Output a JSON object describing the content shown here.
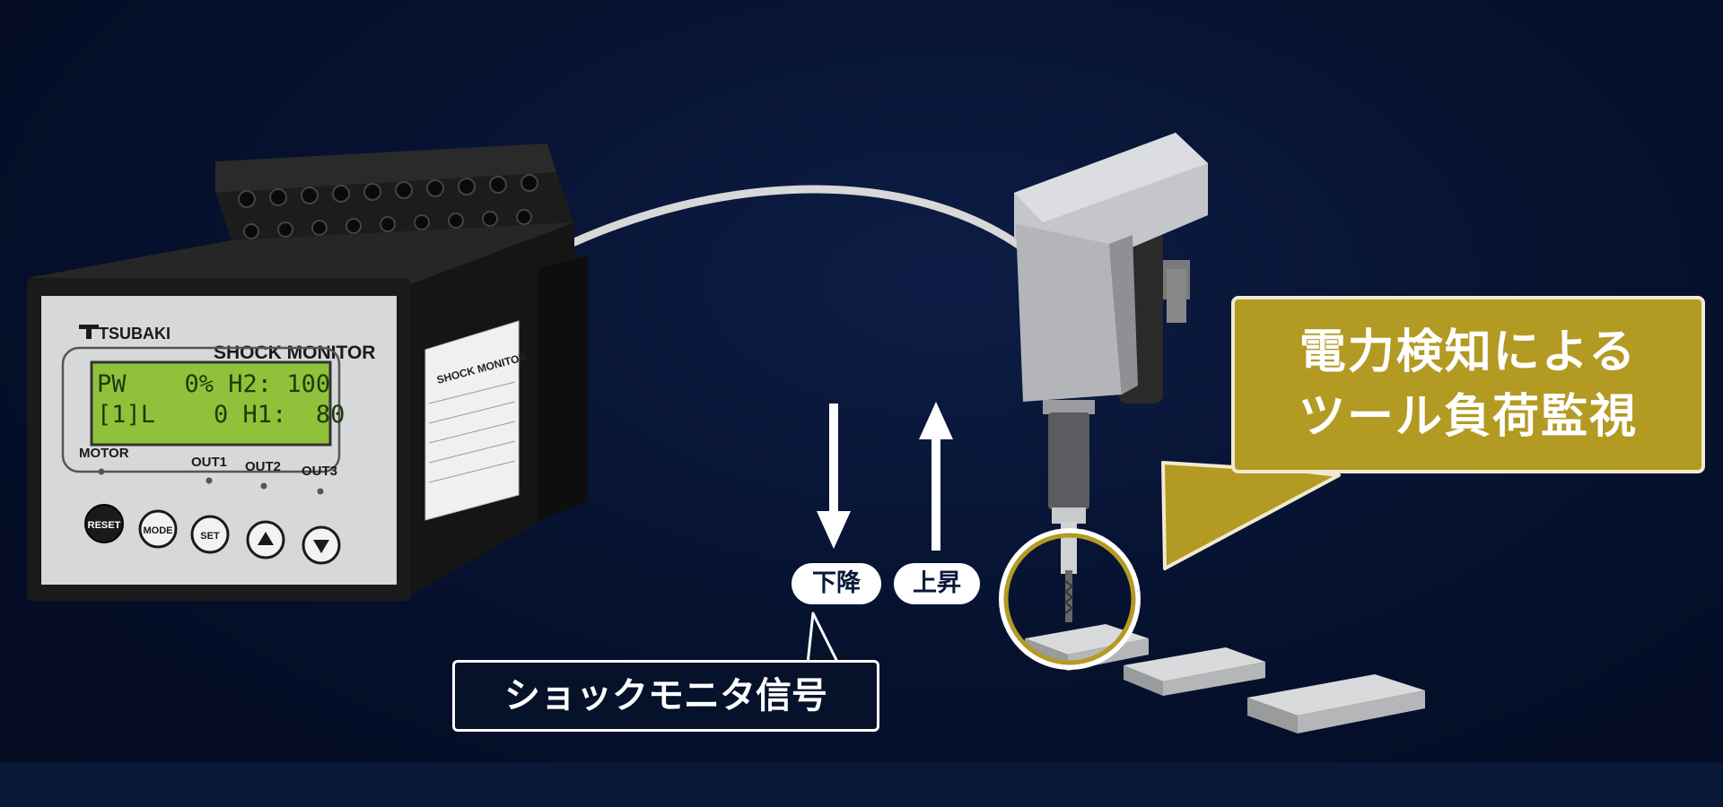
{
  "monitor": {
    "brand": "TSUBAKI",
    "title": "SHOCK MONITOR",
    "lcd_line1": "PW    0% H2: 100",
    "lcd_line2": "[1]L    0 H1:  80",
    "led_motor": "MOTOR",
    "led_out1": "OUT1",
    "led_out2": "OUT2",
    "led_out3": "OUT3",
    "btn_reset": "RESET",
    "btn_mode": "MODE",
    "btn_set": "SET",
    "side_label_title": "SHOCK MONITOR"
  },
  "labels": {
    "down": "下降",
    "up": "上昇",
    "signal": "ショックモニタ信号",
    "load_line1": "電力検知による",
    "load_line2": "ツール負荷監視"
  },
  "colors": {
    "background": "#06112a",
    "callout_gold": "#b39a23",
    "lcd_green": "#8fc23a",
    "cable": "#d8d8d8"
  }
}
